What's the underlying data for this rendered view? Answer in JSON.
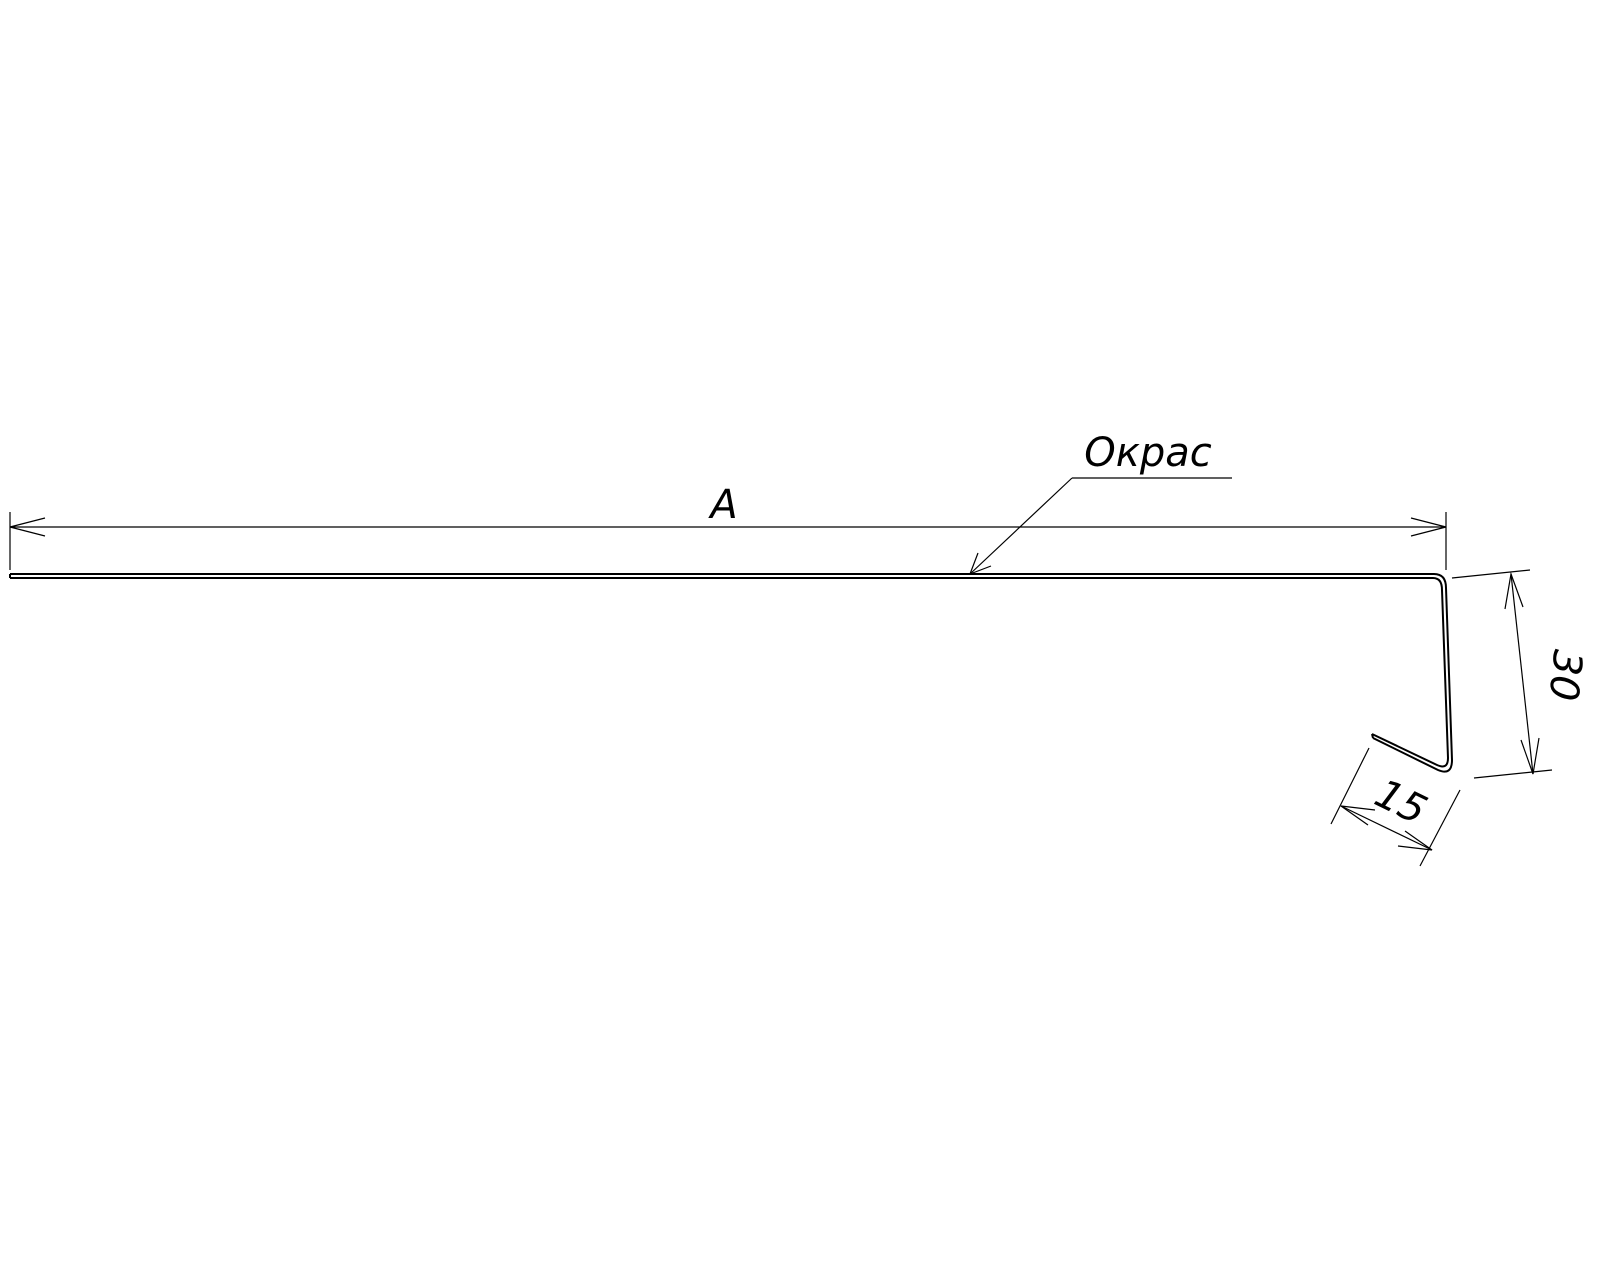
{
  "drawing": {
    "dimension_a_label": "A",
    "coating_label": "Окрас",
    "dimension_30_label": "30",
    "dimension_15_label": "15",
    "line_color": "#000000",
    "background_color": "#ffffff"
  }
}
